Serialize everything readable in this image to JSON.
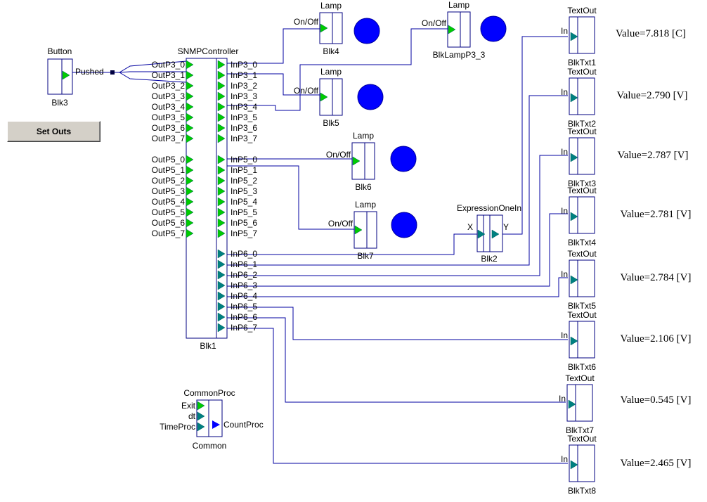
{
  "toolbar": {
    "set_outs_label": "Set Outs"
  },
  "button_block": {
    "type": "Button",
    "name": "Blk3",
    "port": "Pushed"
  },
  "snmp": {
    "type": "SNMPController",
    "name": "Blk1",
    "out_p3": [
      "OutP3_0",
      "OutP3_1",
      "OutP3_2",
      "OutP3_3",
      "OutP3_4",
      "OutP3_5",
      "OutP3_6",
      "OutP3_7"
    ],
    "in_p3": [
      "InP3_0",
      "InP3_1",
      "InP3_2",
      "InP3_3",
      "InP3_4",
      "InP3_5",
      "InP3_6",
      "InP3_7"
    ],
    "out_p5": [
      "OutP5_0",
      "OutP5_1",
      "OutP5_2",
      "OutP5_3",
      "OutP5_4",
      "OutP5_5",
      "OutP5_6",
      "OutP5_7"
    ],
    "in_p5": [
      "InP5_0",
      "InP5_1",
      "InP5_2",
      "InP5_3",
      "InP5_4",
      "InP5_5",
      "InP5_6",
      "InP5_7"
    ],
    "in_p6": [
      "InP6_0",
      "InP6_1",
      "InP6_2",
      "InP6_3",
      "InP6_4",
      "InP6_5",
      "InP6_6",
      "InP6_7"
    ]
  },
  "lamps": [
    {
      "type": "Lamp",
      "name": "Blk4",
      "port": "On/Off"
    },
    {
      "type": "Lamp",
      "name": "BlkLampP3_3",
      "port": "On/Off"
    },
    {
      "type": "Lamp",
      "name": "Blk5",
      "port": "On/Off"
    },
    {
      "type": "Lamp",
      "name": "Blk6",
      "port": "On/Off"
    },
    {
      "type": "Lamp",
      "name": "Blk7",
      "port": "On/Off"
    }
  ],
  "expression": {
    "type": "ExpressionOneIn",
    "name": "Blk2",
    "in_port": "X",
    "out_port": "Y"
  },
  "text_outs": [
    {
      "type": "TextOut",
      "name": "BlkTxt1",
      "port": "In",
      "value": "Value=7.818 [C]"
    },
    {
      "type": "TextOut",
      "name": "BlkTxt2",
      "port": "In",
      "value": "Value=2.790 [V]"
    },
    {
      "type": "TextOut",
      "name": "BlkTxt3",
      "port": "In",
      "value": "Value=2.787 [V]"
    },
    {
      "type": "TextOut",
      "name": "BlkTxt4",
      "port": "In",
      "value": "Value=2.781 [V]"
    },
    {
      "type": "TextOut",
      "name": "BlkTxt5",
      "port": "In",
      "value": "Value=2.784 [V]"
    },
    {
      "type": "TextOut",
      "name": "BlkTxt6",
      "port": "In",
      "value": "Value=2.106 [V]"
    },
    {
      "type": "TextOut",
      "name": "BlkTxt7",
      "port": "In",
      "value": "Value=0.545 [V]"
    },
    {
      "type": "TextOut",
      "name": "BlkTxt8",
      "port": "In",
      "value": "Value=2.465 [V]"
    }
  ],
  "common": {
    "type": "CommonProc",
    "name": "Common",
    "in_ports": [
      "Exit",
      "dt",
      "TimeProc"
    ],
    "out_port": "CountProc"
  },
  "colors": {
    "wire": "#0000a0",
    "block_border": "#000080",
    "in_port": "#00cc00",
    "out_port": "#008080",
    "lamp": "#0000ff"
  }
}
